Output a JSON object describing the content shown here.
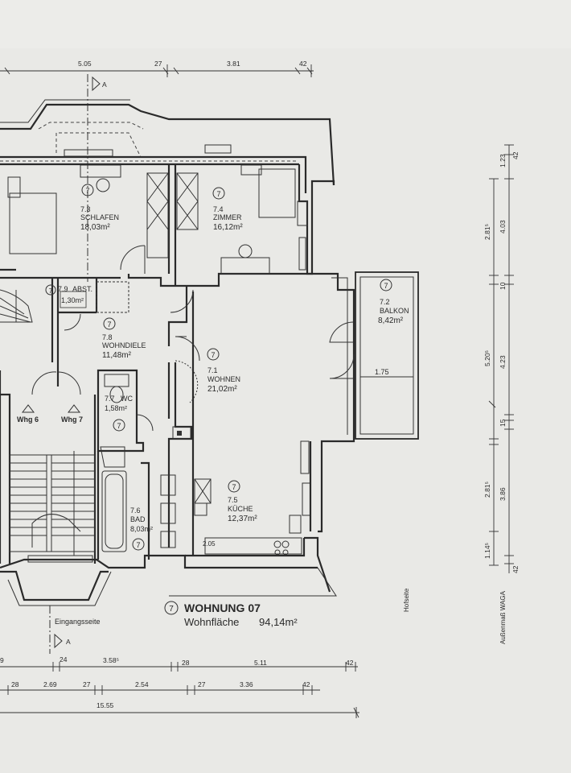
{
  "rooms": [
    {
      "num": "7",
      "id": "7.3",
      "name": "SCHLAFEN",
      "area": "18,03m²"
    },
    {
      "num": "7",
      "id": "7.4",
      "name": "ZIMMER",
      "area": "16,12m²"
    },
    {
      "num": "7",
      "id": "7.9",
      "name": "ABST.",
      "area": "1,30m²"
    },
    {
      "num": "7",
      "id": "7.8",
      "name": "WOHNDIELE",
      "area": "11,48m²"
    },
    {
      "num": "7",
      "id": "7.1",
      "name": "WOHNEN",
      "area": "21,02m²"
    },
    {
      "num": "7",
      "id": "7.2",
      "name": "BALKON",
      "area": "8,42m²"
    },
    {
      "num": "7",
      "id": "7.7",
      "name": "WC",
      "area": "1,58m²"
    },
    {
      "num": "7",
      "id": "7.6",
      "name": "BAD",
      "area": "8,03m²"
    },
    {
      "num": "7",
      "id": "7.5",
      "name": "KÜCHE",
      "area": "12,37m²"
    }
  ],
  "apartment": {
    "num": "7",
    "title": "WOHNUNG 07",
    "area_label": "Wohnfläche",
    "area_value": "94,14m²"
  },
  "labels": {
    "section_a": "A",
    "whg6": "Whg 6",
    "whg7": "Whg 7",
    "entrance_side": "Eingangsseite",
    "yard_side": "Hofseite",
    "outer_dims": "Außenmaß WAGA",
    "balcony_width": "1.75",
    "counter": "2.05"
  },
  "dims_top": [
    "5.05",
    "27",
    "3.81",
    "42"
  ],
  "dims_bottom_1": [
    "9",
    "24",
    "3.58⁵",
    "28",
    "5.11",
    "42"
  ],
  "dims_bottom_2": [
    "28",
    "2.69",
    "27",
    "2.54",
    "27",
    "3.36",
    "42"
  ],
  "dims_bottom_3": [
    "15.55"
  ],
  "dims_right_a": [
    "1.23",
    "42",
    "2.81⁵",
    "10",
    "5.20⁵",
    "15",
    "2.81⁵",
    "1.14⁵",
    "42"
  ],
  "dims_right_b": [
    "4.03",
    "4.23",
    "3.86"
  ]
}
